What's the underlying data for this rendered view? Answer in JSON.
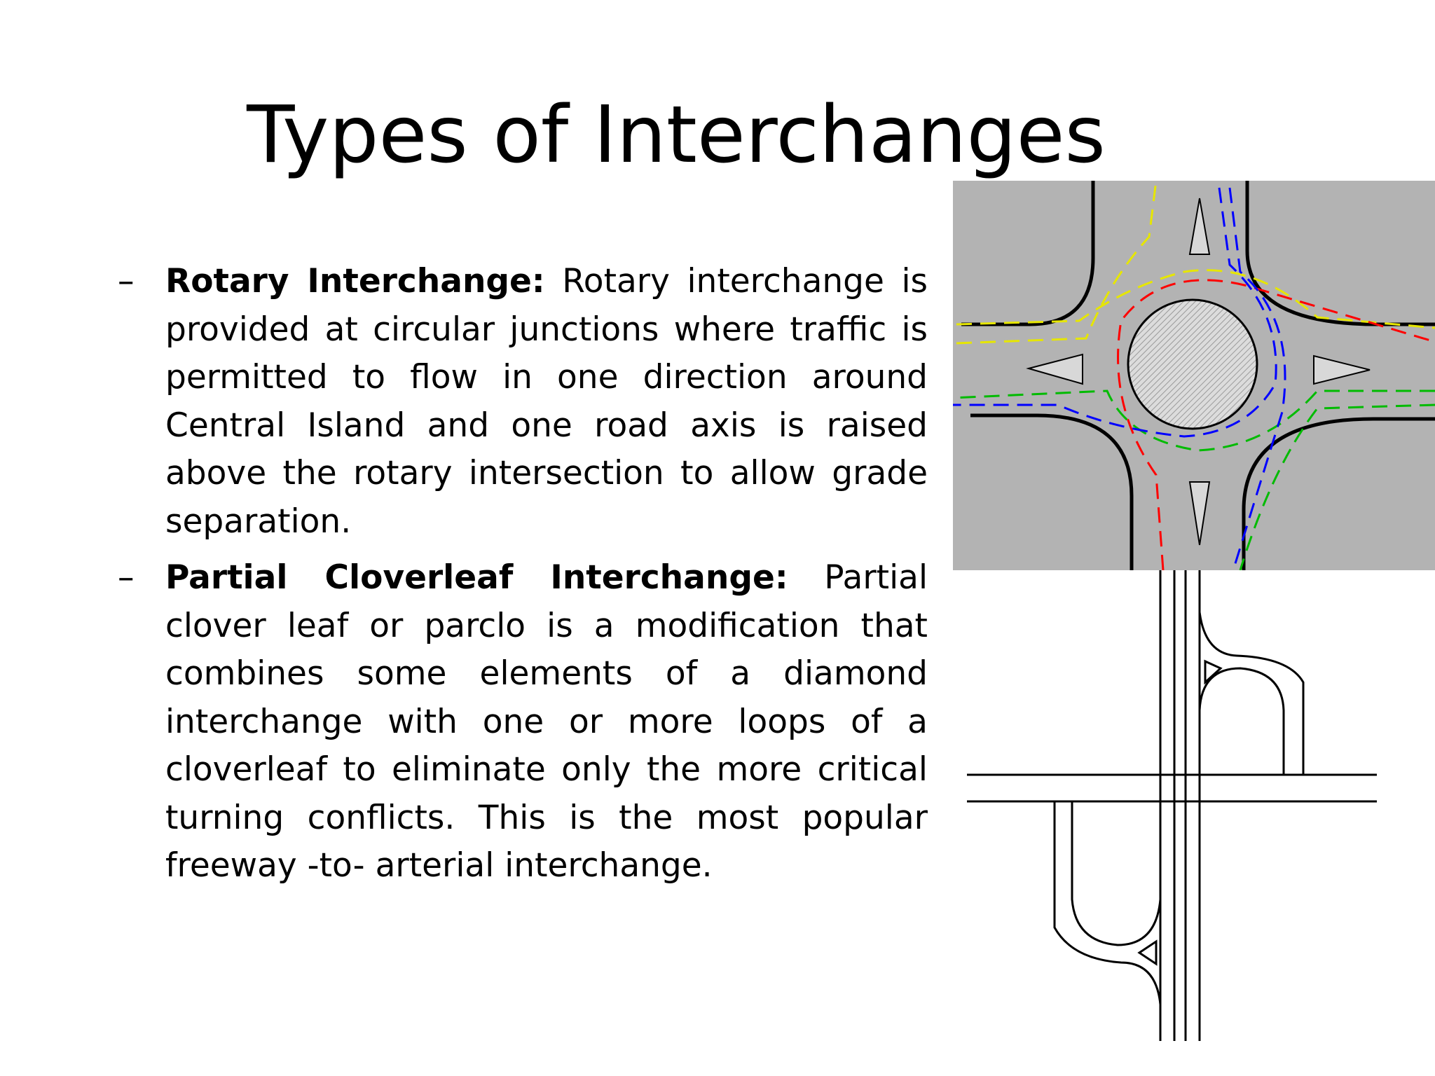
{
  "slide": {
    "title": "Types of Interchanges",
    "bullets": [
      {
        "dash": "–",
        "term": "Rotary Interchange:",
        "text": "Rotary interchange is provided at circular junctions where traffic is permitted to flow in one direction around Central Island and one road axis is raised above the rotary intersection to allow grade separation."
      },
      {
        "dash": "–",
        "term": "Partial Cloverleaf Interchange:",
        "text": "Partial clover leaf or parclo is a modification that combines some elements of a diamond interchange with one or more loops of a cloverleaf to eliminate only the more critical turning conflicts. This is the most popular freeway -to- arterial interchange."
      }
    ]
  },
  "figures": {
    "rotary": {
      "background_color": "#b3b3b3",
      "arrow_colors": [
        "#ffff00",
        "#ff0000",
        "#00cc00",
        "#0000ff"
      ]
    },
    "parclo": {
      "line_color": "#000000"
    }
  }
}
